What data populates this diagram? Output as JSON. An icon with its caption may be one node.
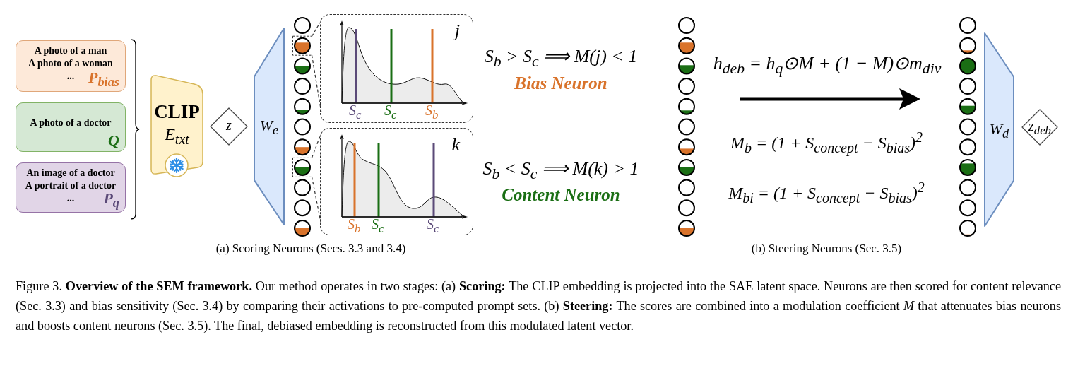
{
  "diagram": {
    "caption": "Figure 3. **Overview of the SEM framework.** Our method operates in two stages: (a) **Scoring:** The CLIP embedding is projected into the SAE latent space. Neurons are then scored for content relevance (Sec. 3.3) and bias sensitivity (Sec. 3.4) by comparing their activations to pre-computed prompt sets. (b) **Steering:** The scores are combined into a modulation coefficient *M* that attenuates bias neurons and boosts content neurons (Sec. 3.5). The final, debiased embedding is reconstructed from this modulated latent vector.",
    "nodes": [
      {
        "text": [
          "A photo of a man",
          "A photo of a woman",
          "...",
          "P$_{bias}$"
        ]
      },
      {
        "text": [
          "A photo of a doctor",
          "Q"
        ]
      },
      {
        "text": [
          "An image of a doctor",
          "A portrait of a doctor",
          "...",
          "P$_{q}$"
        ]
      },
      {
        "text": [
          "CLIP",
          "E$_{txt}$"
        ]
      },
      {
        "text": [
          "z"
        ]
      },
      {
        "text": [
          "W$_{e}$"
        ]
      },
      {
        "text": [
          "j",
          "S$_{c}$",
          "S$_{c}$",
          "S$_{b}$"
        ]
      },
      {
        "text": [
          "k",
          "S$_{b}$",
          "S$_{c}$",
          "S$_{c}$"
        ]
      },
      {
        "text": [
          "W$_{d}$"
        ]
      },
      {
        "text": [
          "z$_{deb}$"
        ]
      },
      {
        "text": [],
        "shape": "bar"
      },
      {
        "text": [],
        "shape": "bar"
      },
      {
        "text": [],
        "shape": "bar"
      }
    ],
    "edges": [
      {
        "from": 10,
        "to": 6,
        "arrow": "none",
        "style": "dashed"
      },
      {
        "from": 10,
        "to": 7,
        "arrow": "none",
        "style": "dashed"
      },
      {
        "from": 11,
        "to": 12,
        "arrow": "to",
        "style": "thick",
        "label": "h$_{deb}$ = h$_{q}$⊙M + (1 − M)⊙m$_{div}$"
      }
    ],
    "labels": [
      "S$_{b}$ > S$_{c}$ ⟹ M(j) < 1",
      "Bias Neuron",
      "S$_{b}$ < S$_{c}$ ⟹ M(k) > 1",
      "Content Neuron",
      "M$_{b}$ = (1 + S$_{concept}$ − S$_{bias}$)$^{2}$",
      "M$_{bi}$ = (1 + S$_{concept}$ − S$_{bias}$)$^{2}$",
      "(a) Scoring Neurons (Secs. 3.3 and 3.4)",
      "(b) Steering Neurons (Sec. 3.5)"
    ]
  }
}
